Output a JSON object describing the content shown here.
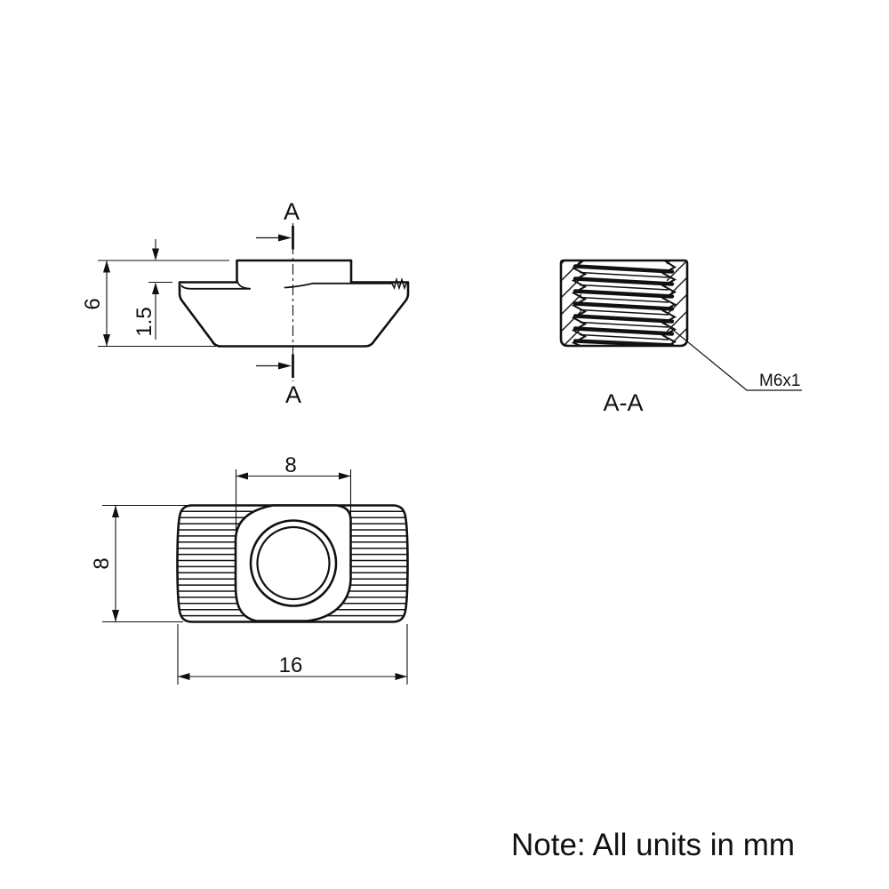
{
  "colors": {
    "line": "#111111",
    "background": "#ffffff"
  },
  "side_view": {
    "section_arrow_label_top": "A",
    "section_arrow_label_bottom": "A",
    "dim_total_height": "6",
    "dim_head_height": "1.5"
  },
  "section_view": {
    "title": "A-A",
    "thread_label": "M6x1"
  },
  "top_view": {
    "dim_neck_width": "8",
    "dim_body_width": "8",
    "dim_body_length": "16"
  },
  "note": "Note: All units in mm"
}
